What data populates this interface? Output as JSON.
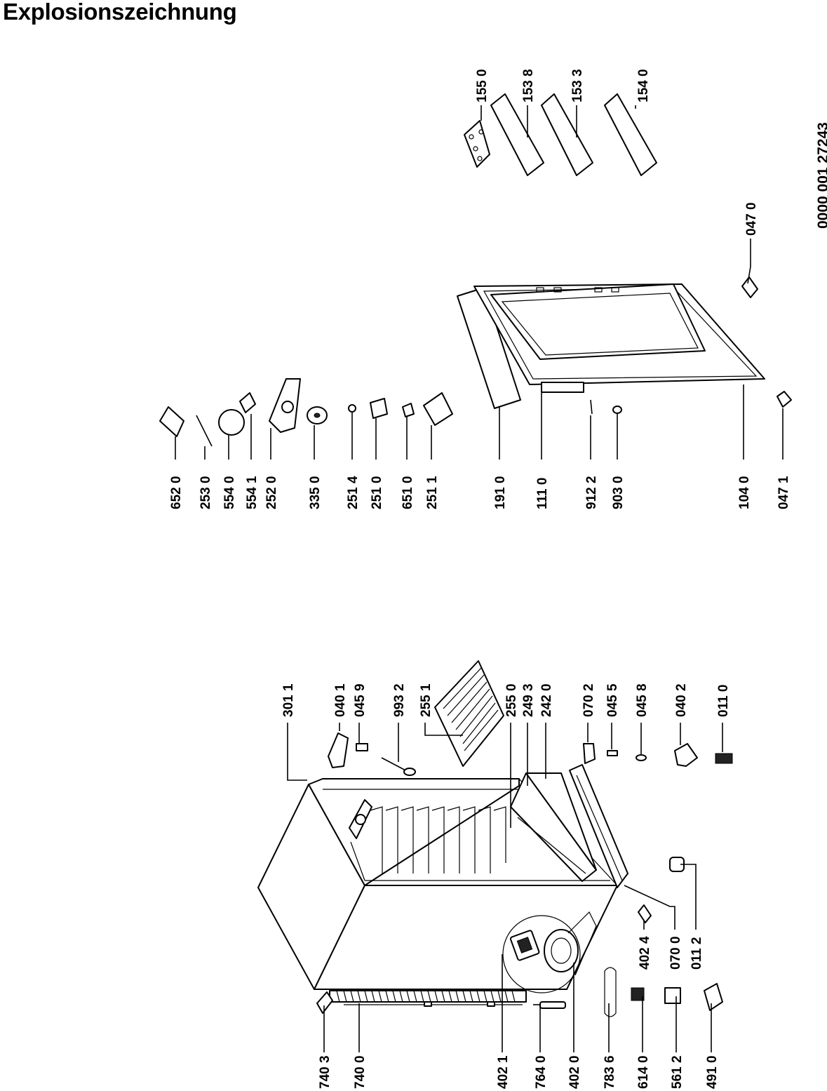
{
  "title": "Explosionszeichnung",
  "document_number": "0000 001 27243",
  "parts": [
    {
      "code": "740 3"
    },
    {
      "code": "740 0"
    },
    {
      "code": "402 1"
    },
    {
      "code": "764 0"
    },
    {
      "code": "402 0"
    },
    {
      "code": "783 6"
    },
    {
      "code": "614 0"
    },
    {
      "code": "561 2"
    },
    {
      "code": "491 0"
    },
    {
      "code": "402 4"
    },
    {
      "code": "070 0"
    },
    {
      "code": "011 2"
    },
    {
      "code": "301  1"
    },
    {
      "code": "040 1"
    },
    {
      "code": "045 9"
    },
    {
      "code": "993 2"
    },
    {
      "code": "255 1"
    },
    {
      "code": "255 0"
    },
    {
      "code": "249 3"
    },
    {
      "code": "242 0"
    },
    {
      "code": "070 2"
    },
    {
      "code": "045 5"
    },
    {
      "code": "045 8"
    },
    {
      "code": "040 2"
    },
    {
      "code": "011 0"
    },
    {
      "code": "652 0"
    },
    {
      "code": "253 0"
    },
    {
      "code": "554 0"
    },
    {
      "code": "554 1"
    },
    {
      "code": "252 0"
    },
    {
      "code": "335 0"
    },
    {
      "code": "251 4"
    },
    {
      "code": "251 0"
    },
    {
      "code": "651 0"
    },
    {
      "code": "251 1"
    },
    {
      "code": "191 0"
    },
    {
      "code": "111 0"
    },
    {
      "code": "912 2"
    },
    {
      "code": "903 0"
    },
    {
      "code": "104 0"
    },
    {
      "code": "047 1"
    },
    {
      "code": "047 0"
    },
    {
      "code": "155 0"
    },
    {
      "code": "153 8"
    },
    {
      "code": "153 3"
    },
    {
      "code": "154 0"
    }
  ]
}
